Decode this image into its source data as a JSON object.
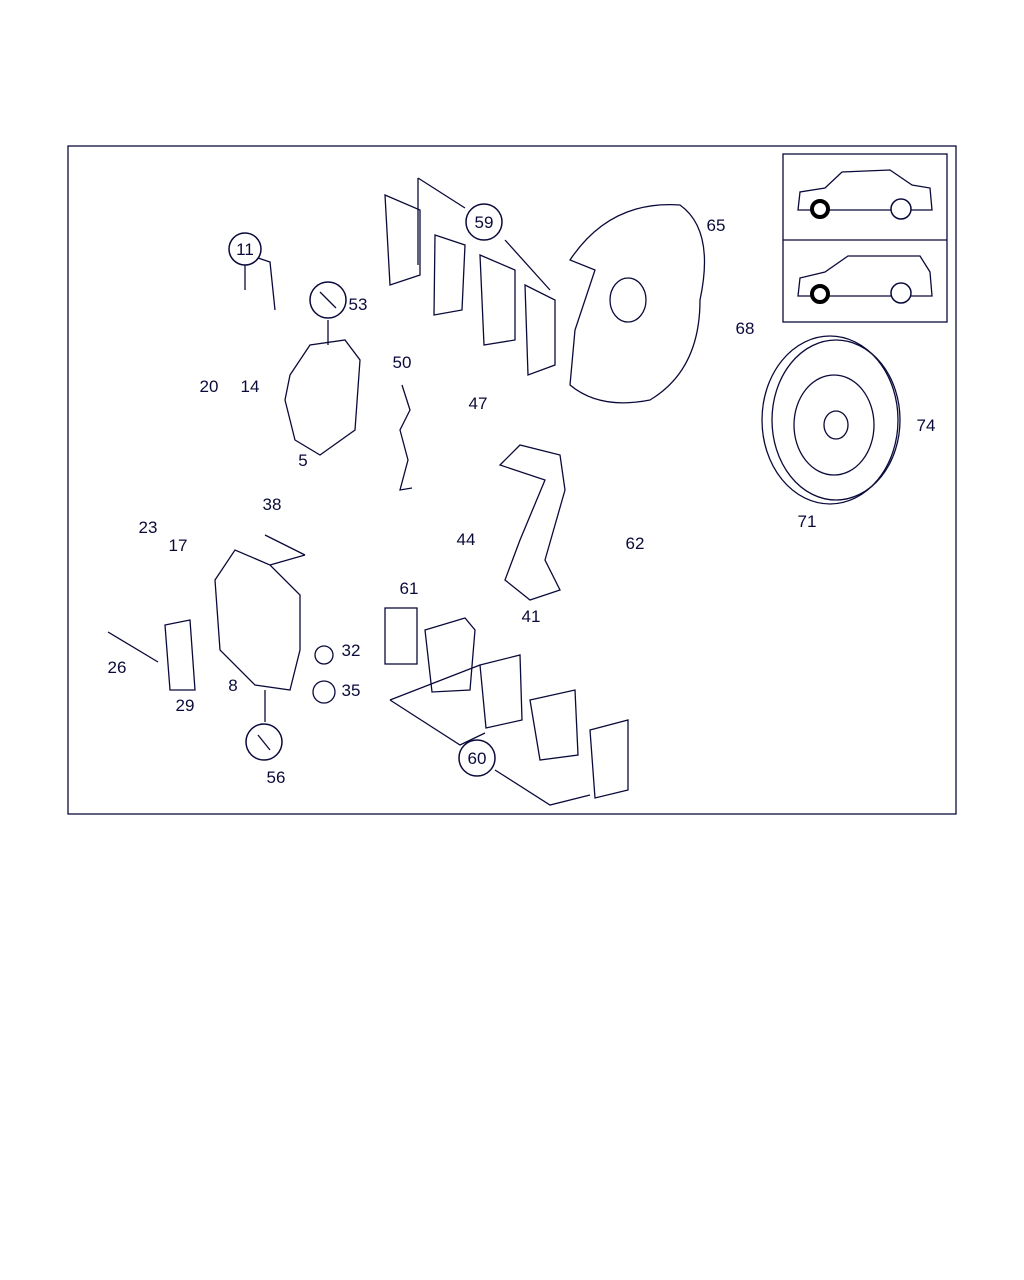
{
  "diagram": {
    "title": "Front brake assembly exploded view",
    "line_color": "#0a0a3a",
    "callouts": {
      "p11": "11",
      "p53": "53",
      "p20": "20",
      "p14": "14",
      "p5": "5",
      "p50": "50",
      "p59": "59",
      "p65": "65",
      "p68": "68",
      "p47": "47",
      "p74": "74",
      "p71": "71",
      "p23": "23",
      "p17": "17",
      "p38": "38",
      "p44": "44",
      "p62": "62",
      "p26": "26",
      "p29": "29",
      "p8": "8",
      "p61": "61",
      "p41": "41",
      "p32": "32",
      "p35": "35",
      "p56": "56",
      "p60": "60"
    },
    "inset": [
      "sedan-front-axle-icon",
      "wagon-front-axle-icon"
    ]
  }
}
